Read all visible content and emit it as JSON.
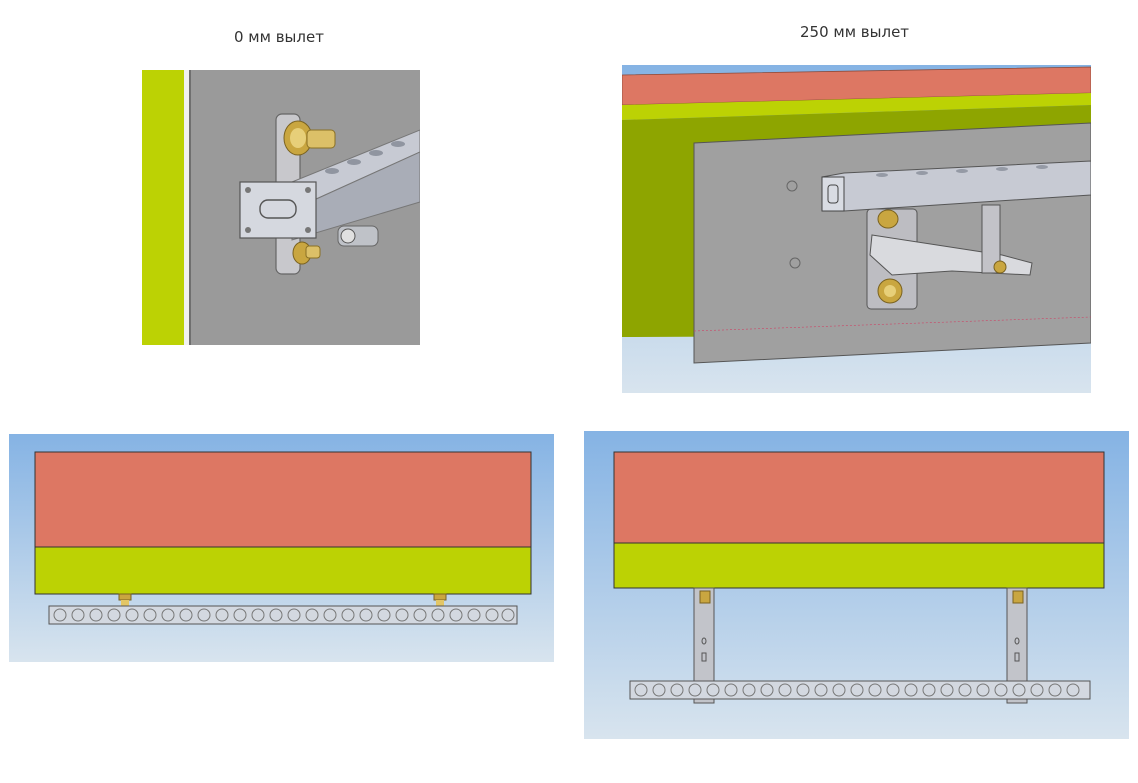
{
  "captions": {
    "left": "0 мм вылет",
    "right": "250 мм вылет"
  },
  "colors": {
    "wall": "#dd7763",
    "sign_face": "#bcd204",
    "sign_side": "#8ea500",
    "grey_panel": "#9a9a9a",
    "rail": "#d3d8e0",
    "brass": "#d8b94f",
    "sky_top": "#85b3e4",
    "sky_bottom": "#d8e4ee"
  },
  "icons": {
    "perforated_rail": "perforated-rail",
    "bracket_bolt": "brass-bolt",
    "standoff_bracket": "standoff-bracket"
  }
}
